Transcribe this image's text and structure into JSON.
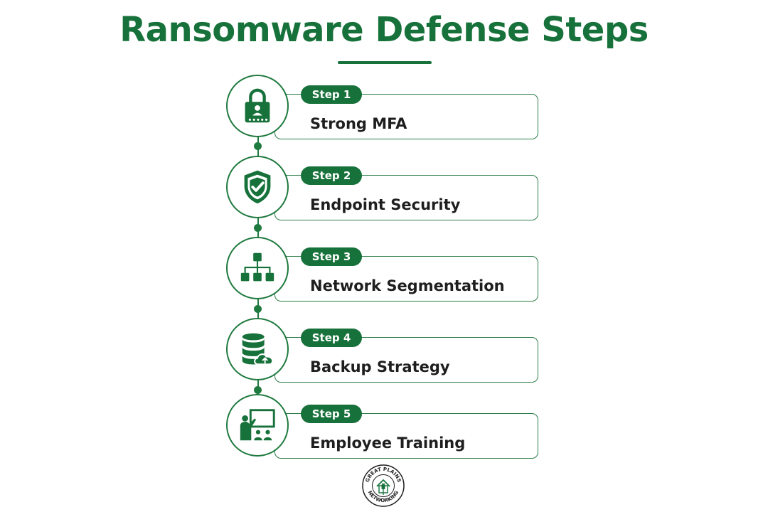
{
  "title": "Ransomware Defense Steps",
  "colors": {
    "primary_green": "#17713a",
    "text_dark": "#1e1e1e",
    "background": "#ffffff"
  },
  "steps": [
    {
      "badge": "Step 1",
      "label": "Strong MFA",
      "icon": "padlock-user-icon"
    },
    {
      "badge": "Step 2",
      "label": "Endpoint Security",
      "icon": "shield-check-icon"
    },
    {
      "badge": "Step 3",
      "label": "Network Segmentation",
      "icon": "network-hierarchy-icon"
    },
    {
      "badge": "Step 4",
      "label": "Backup Strategy",
      "icon": "database-cloud-upload-icon"
    },
    {
      "badge": "Step 5",
      "label": "Employee Training",
      "icon": "presenter-audience-icon"
    }
  ],
  "logo": {
    "top_text": "GREAT PLAINS",
    "bottom_text": "NETWORKING",
    "icon": "house-plug-logo-icon"
  }
}
